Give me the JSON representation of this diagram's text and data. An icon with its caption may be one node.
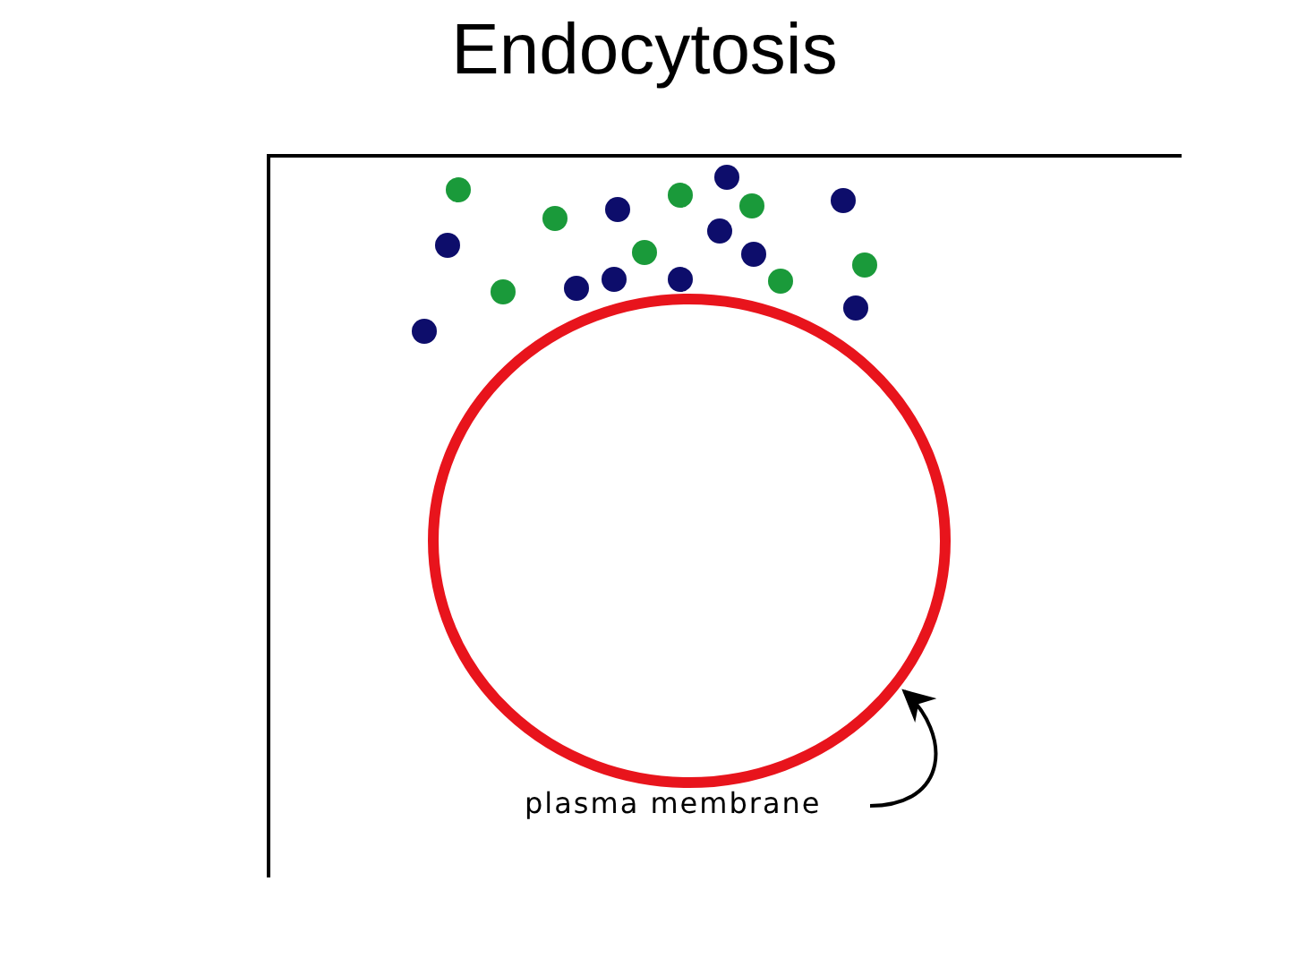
{
  "diagram": {
    "title": "Endocytosis",
    "nodes": [
      {
        "text": [],
        "shape": "circle"
      },
      {
        "text": [
          "plasma membrane"
        ]
      }
    ],
    "edges": [
      {
        "from": 1,
        "to": 0,
        "arrow": "to"
      }
    ]
  }
}
